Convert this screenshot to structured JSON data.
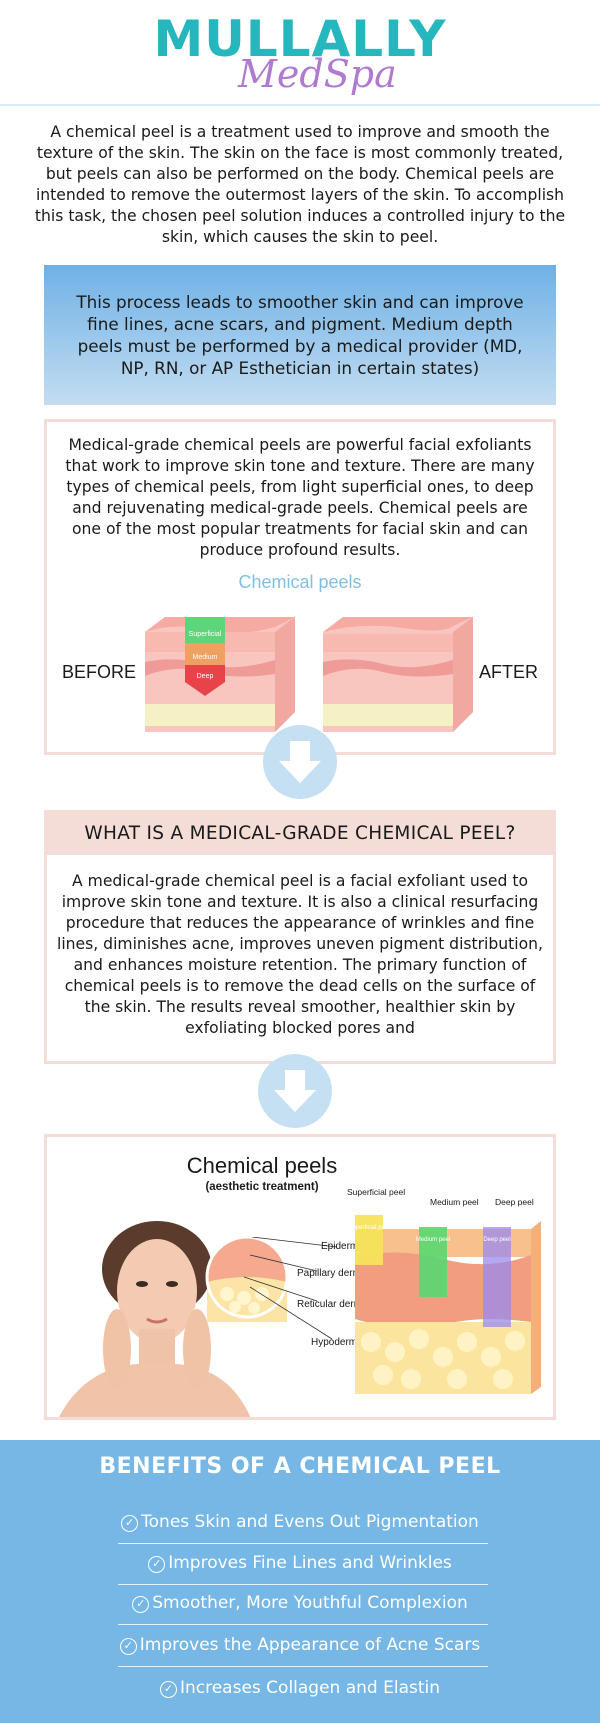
{
  "brand": {
    "name": "MULLALLY",
    "sub": "MedSpa",
    "colors": {
      "teal": "#25b6be",
      "purple": "#b07ad0",
      "blue": "#76b7e5",
      "peach": "#f3ddd6"
    }
  },
  "intro": {
    "text": "A chemical peel is a treatment used to improve and smooth the texture of the skin. The skin on the face is most commonly treated, but peels can also be performed on the body. Chemical peels are intended to remove the outermost layers of the skin. To accomplish this task, the chosen peel solution induces a controlled injury to the skin, which causes the skin to peel."
  },
  "highlight": {
    "text": "This process leads to smoother skin and can improve fine lines, acne scars, and pigment. Medium depth peels must be performed by a medical provider (MD, NP, RN, or AP Esthetician in certain states)"
  },
  "overview": {
    "text": "Medical-grade chemical peels are powerful facial exfoliants that work to improve skin tone and texture. There are many types of chemical peels, from light superficial ones, to deep and rejuvenating medical-grade peels. Chemical peels are one of the most popular treatments for facial skin and can produce profound results.",
    "illustration": {
      "title": "Chemical peels",
      "before": "BEFORE",
      "after": "AFTER",
      "depths": [
        "Superficial",
        "Medium",
        "Deep"
      ]
    }
  },
  "definition": {
    "heading": "WHAT IS A MEDICAL-GRADE CHEMICAL PEEL?",
    "text": "A medical-grade chemical peel is a facial exfoliant used to improve skin tone and texture. It is also a clinical resurfacing procedure that reduces the appearance of wrinkles and fine lines, diminishes acne, improves uneven pigment distribution, and enhances moisture retention. The primary function of chemical peels is to remove the dead cells on the surface of the skin. The results reveal smoother, healthier skin by exfoliating blocked pores and"
  },
  "diagram": {
    "title": "Chemical peels",
    "subtitle": "(aesthetic treatment)",
    "layers": [
      "Epidermis",
      "Papillary dermis",
      "Reticular dermis",
      "Hypodermis"
    ],
    "peels": [
      {
        "name": "Superficial peel",
        "tube": "Superficial peel",
        "color": "#f5e35a"
      },
      {
        "name": "Medium peel",
        "tube": "Medium peel",
        "color": "#58d86f"
      },
      {
        "name": "Deep peel",
        "tube": "Deep peel",
        "color": "#9a8af0"
      }
    ]
  },
  "benefits": {
    "heading": "BENEFITS OF A CHEMICAL PEEL",
    "items": [
      "Tones Skin and Evens Out Pigmentation",
      "Improves Fine Lines and Wrinkles",
      "Smoother, More Youthful Complexion",
      "Improves the Appearance of Acne Scars",
      "Increases Collagen and Elastin"
    ]
  }
}
